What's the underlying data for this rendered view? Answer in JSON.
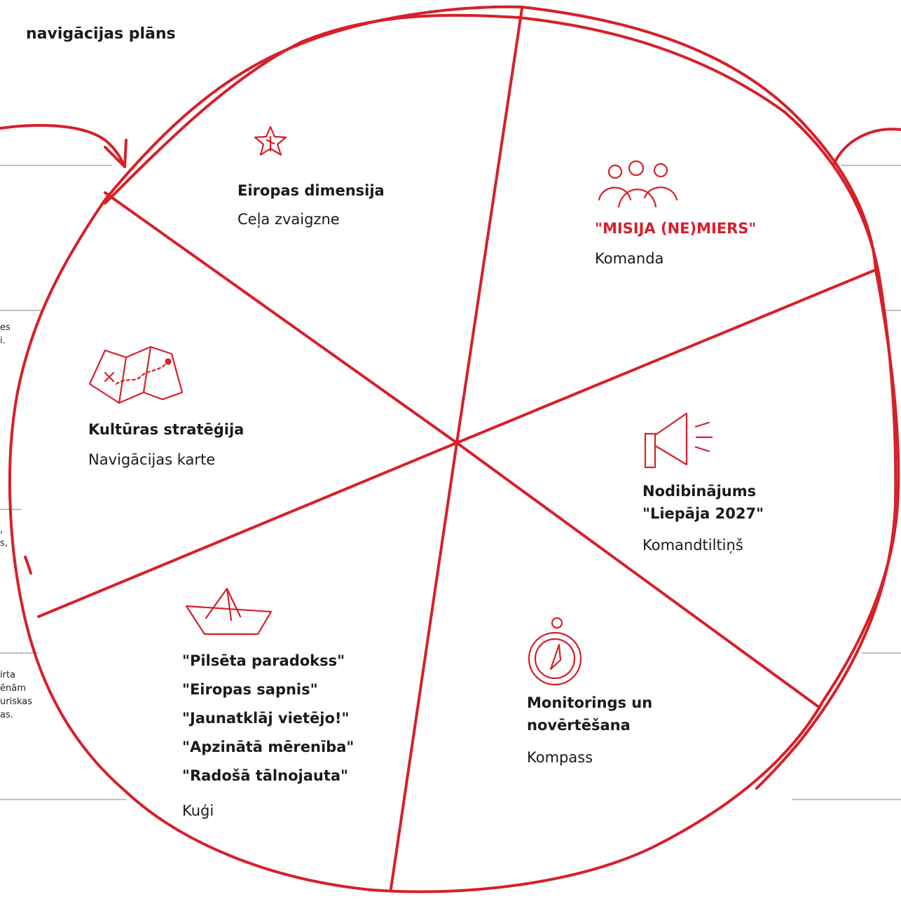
{
  "header": {
    "title": "navigācijas plāns"
  },
  "colors": {
    "accent": "#d6202a",
    "rule": "#9a9a9a",
    "text": "#1a1a1a"
  },
  "segments": {
    "europe": {
      "icon": "star-icon",
      "title": "Eiropas dimensija",
      "subtitle": "Ceļa zvaigzne"
    },
    "team": {
      "icon": "people-icon",
      "title": "\"MISIJA (NE)MIERS\"",
      "subtitle": "Komanda"
    },
    "foundation": {
      "icon": "megaphone-icon",
      "title_line1": "Nodibinājums",
      "title_line2": "\"Liepāja 2027\"",
      "subtitle": "Komandtiltiņš"
    },
    "monitoring": {
      "icon": "compass-icon",
      "title_line1": "Monitorings un",
      "title_line2": "novērtēšana",
      "subtitle": "Kompass"
    },
    "ships": {
      "icon": "paper-boat-icon",
      "items": [
        "\"Pilsēta paradokss\"",
        "\"Eiropas sapnis\"",
        "\"Jaunatklāj vietējo!\"",
        "\"Apzinātā mērenība\"",
        "\"Radošā tālnojauta\""
      ],
      "subtitle": "Kuģi"
    },
    "strategy": {
      "icon": "map-icon",
      "title": "Kultūras stratēģija",
      "subtitle": "Navigācijas karte"
    }
  },
  "left_fragments": {
    "block1": [
      "es",
      "i."
    ],
    "block2": [
      ",",
      "s,"
    ],
    "block3": [
      "irta",
      "ēnām",
      "uriskas",
      "as."
    ]
  }
}
